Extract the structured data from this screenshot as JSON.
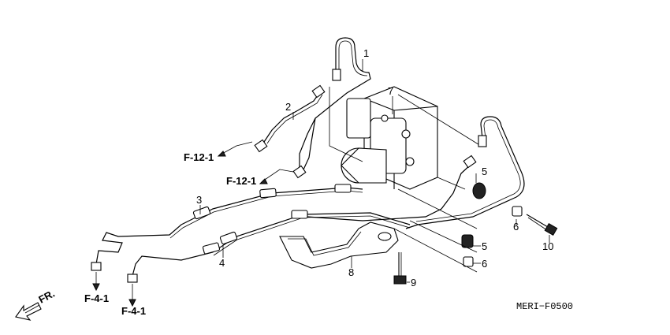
{
  "callouts": {
    "c1": "1",
    "c2": "2",
    "c3": "3",
    "c4": "4",
    "c5a": "5",
    "c5b": "5",
    "c6a": "6",
    "c6b": "6",
    "c7": "7",
    "c8": "8",
    "c9": "9",
    "c10": "10"
  },
  "references": {
    "f12_upper": "F-12-1",
    "f12_lower": "F-12-1",
    "f41_left": "F-4-1",
    "f41_right": "F-4-1",
    "front": "FR."
  },
  "diagram_code": "MERI−F0500"
}
